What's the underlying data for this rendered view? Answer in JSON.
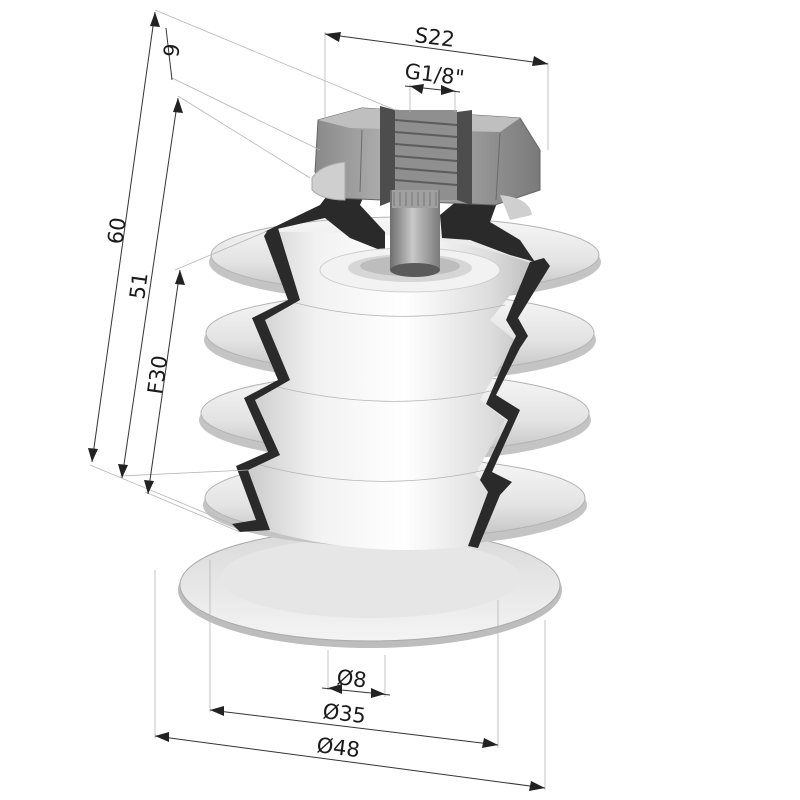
{
  "product": "bellows suction cup with hex nut connector (cutaway view)",
  "dimensions": {
    "height_total": "60",
    "height_bellows": "51",
    "folds": "F30",
    "top_offset": "9",
    "hex_size": "S22",
    "thread": "G1/8\"",
    "inner_diameter": "Ø8",
    "mid_diameter": "Ø35",
    "outer_diameter": "Ø48"
  },
  "colors": {
    "body": "#e9e9e9",
    "body_shadow": "#c6c6c6",
    "seal_section": "#2a2a2a",
    "nut": "#9a9a9a",
    "nut_dark": "#6f6f6f",
    "dimension_line": "#333333"
  }
}
